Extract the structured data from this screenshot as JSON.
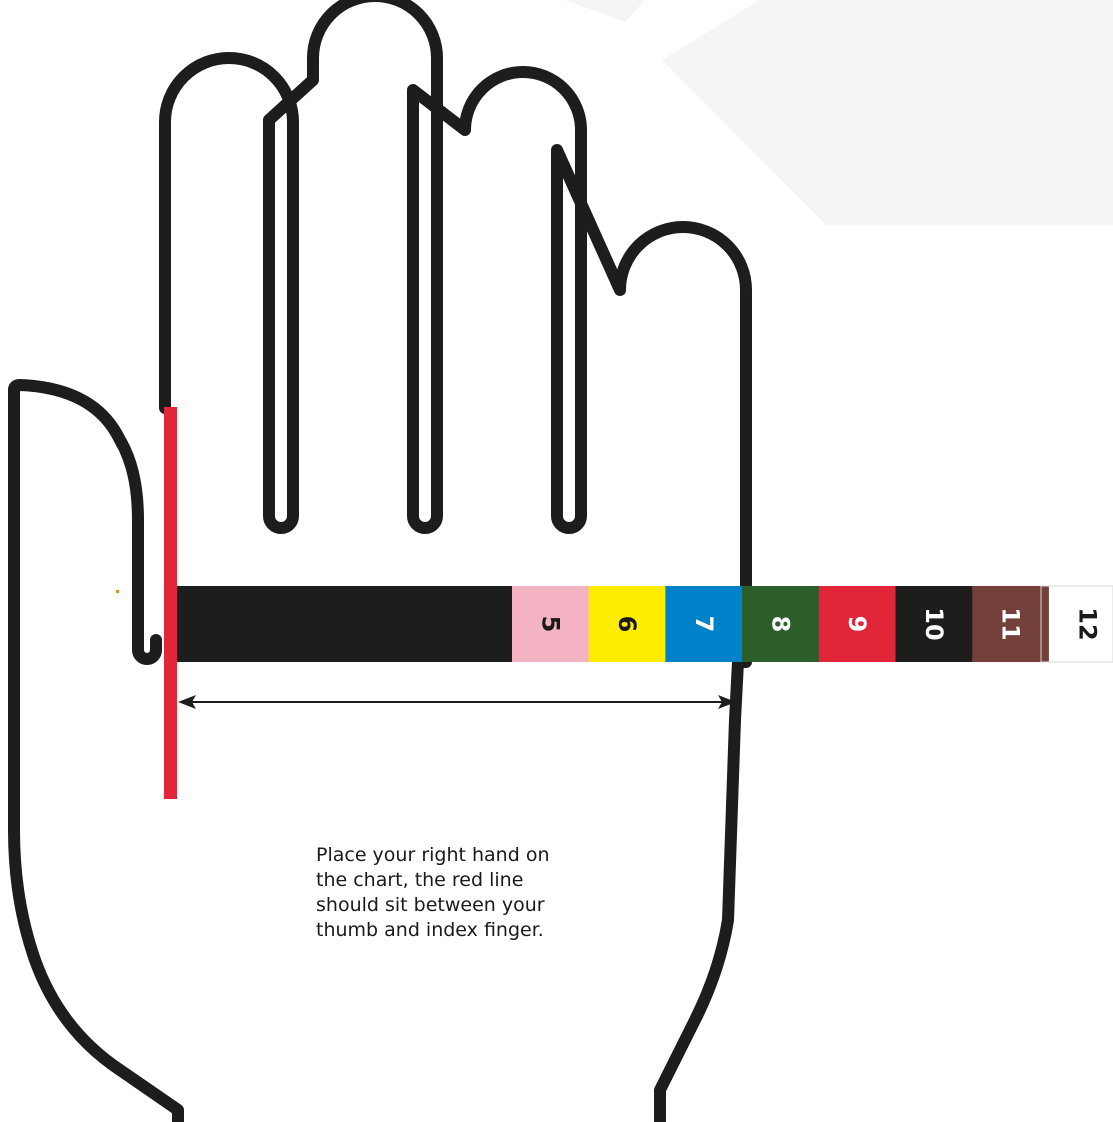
{
  "sizes": [
    {
      "label": "5",
      "bg": "#f4b3c2",
      "text_color": "#1a1a1a"
    },
    {
      "label": "6",
      "bg": "#ffed00",
      "text_color": "#1a1a1a"
    },
    {
      "label": "7",
      "bg": "#0082ca",
      "text_color": "#ffffff"
    },
    {
      "label": "8",
      "bg": "#2b5e2b",
      "text_color": "#ffffff"
    },
    {
      "label": "9",
      "bg": "#e1263a",
      "text_color": "#ffffff"
    },
    {
      "label": "10",
      "bg": "#1d1d1b",
      "text_color": "#ffffff"
    },
    {
      "label": "11",
      "bg": "#74403b",
      "text_color": "#ffffff"
    },
    {
      "label": "12",
      "bg": "#ffffff",
      "text_color": "#1a1a1a"
    }
  ],
  "instruction": {
    "lines": [
      "Place your right hand on",
      "the chart, the red line",
      "should sit between your",
      "thumb and index finger."
    ]
  },
  "colors": {
    "outline": "#1d1d1b",
    "red_line": "#e1263a",
    "ruler_base": "#1d1d1b",
    "background_shape": "#f5f5f6"
  }
}
